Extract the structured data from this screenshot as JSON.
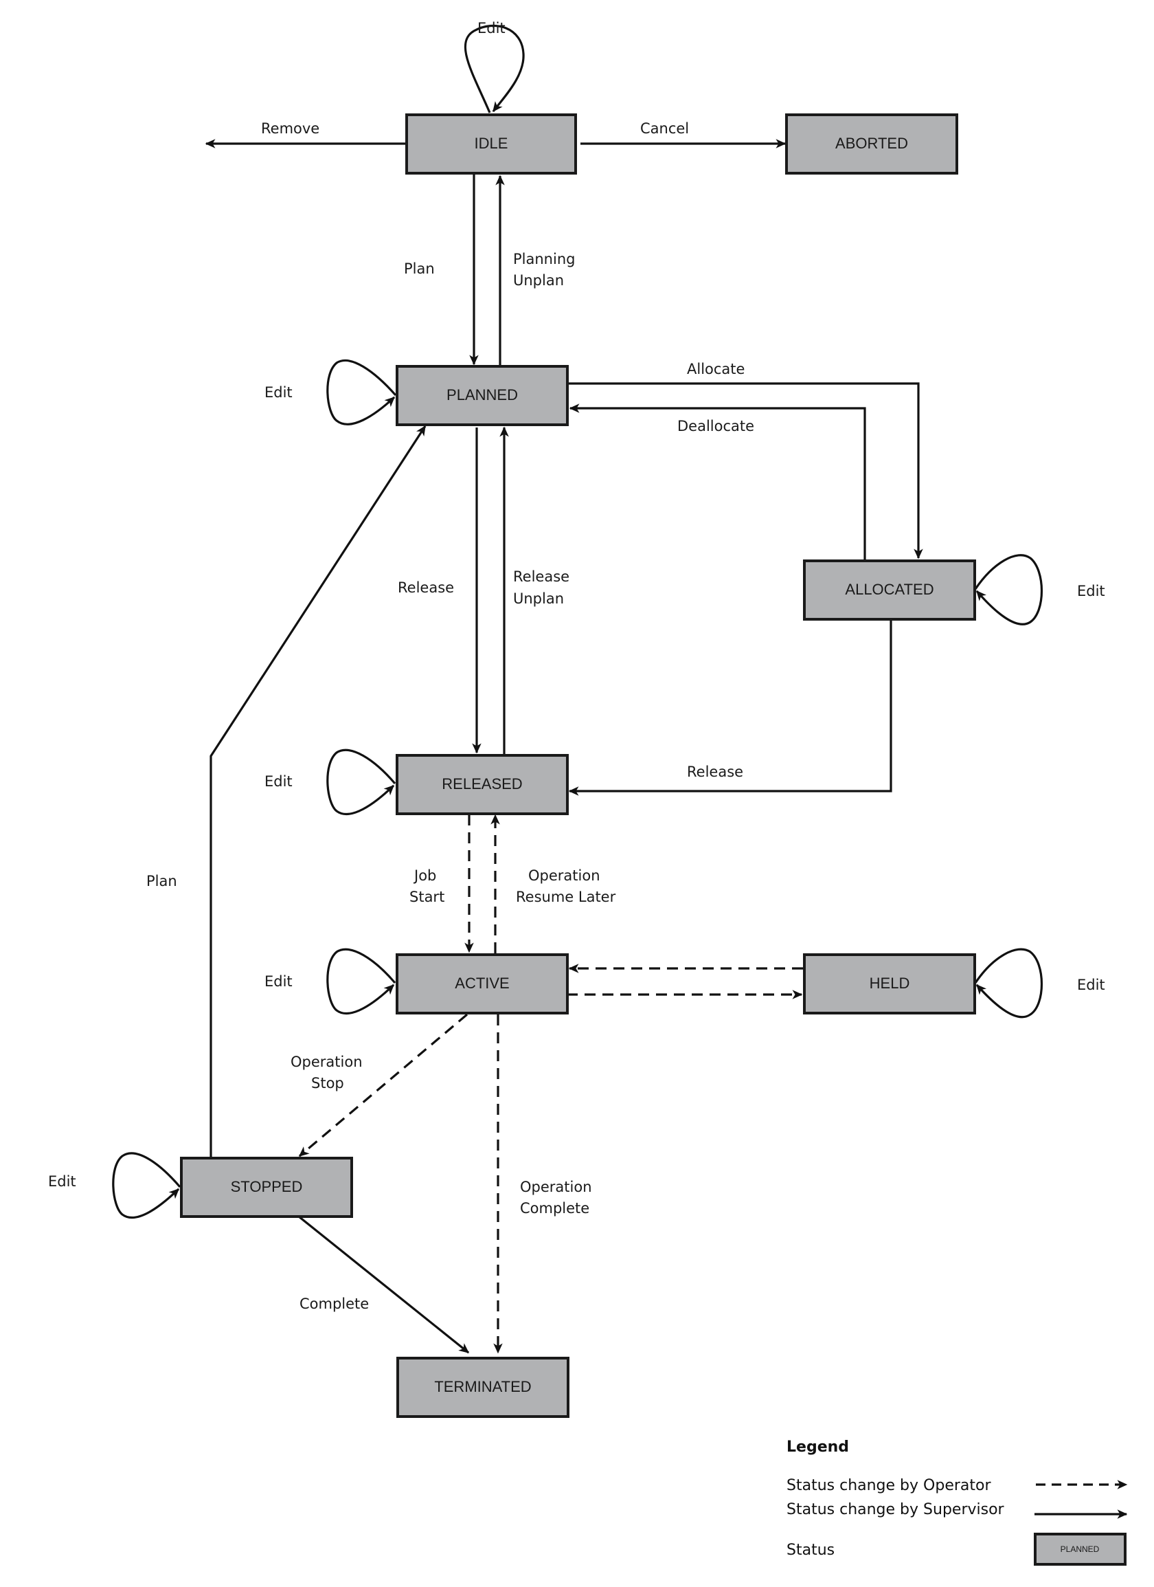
{
  "diagram": {
    "type": "state-transition",
    "states": {
      "idle": "IDLE",
      "aborted": "ABORTED",
      "planned": "PLANNED",
      "allocated": "ALLOCATED",
      "released": "RELEASED",
      "active": "ACTIVE",
      "held": "HELD",
      "stopped": "STOPPED",
      "terminated": "TERMINATED"
    },
    "transitions": {
      "idle_edit": "Edit",
      "idle_remove": "Remove",
      "idle_cancel": "Cancel",
      "idle_plan": "Plan",
      "planned_unplan_1": "Planning",
      "planned_unplan_2": "Unplan",
      "planned_edit": "Edit",
      "allocate": "Allocate",
      "deallocate": "Deallocate",
      "allocated_edit": "Edit",
      "planned_release": "Release",
      "released_unplan_1": "Release",
      "released_unplan_2": "Unplan",
      "allocated_release": "Release",
      "released_edit": "Edit",
      "job_start_1": "Job",
      "job_start_2": "Start",
      "resume_later_1": "Operation",
      "resume_later_2": "Resume Later",
      "active_edit": "Edit",
      "held_edit": "Edit",
      "stopped_plan": "Plan",
      "operation_stop_1": "Operation",
      "operation_stop_2": "Stop",
      "operation_complete_1": "Operation",
      "operation_complete_2": "Complete",
      "stopped_edit": "Edit",
      "stopped_complete": "Complete"
    },
    "edges": [
      {
        "from": "IDLE",
        "to": "IDLE",
        "label": "Edit",
        "style": "solid"
      },
      {
        "from": "IDLE",
        "to": "(removed)",
        "label": "Remove",
        "style": "solid"
      },
      {
        "from": "IDLE",
        "to": "ABORTED",
        "label": "Cancel",
        "style": "solid"
      },
      {
        "from": "IDLE",
        "to": "PLANNED",
        "label": "Plan",
        "style": "solid"
      },
      {
        "from": "PLANNED",
        "to": "IDLE",
        "label": "Planning Unplan",
        "style": "solid"
      },
      {
        "from": "PLANNED",
        "to": "PLANNED",
        "label": "Edit",
        "style": "solid"
      },
      {
        "from": "PLANNED",
        "to": "ALLOCATED",
        "label": "Allocate",
        "style": "solid"
      },
      {
        "from": "ALLOCATED",
        "to": "PLANNED",
        "label": "Deallocate",
        "style": "solid"
      },
      {
        "from": "ALLOCATED",
        "to": "ALLOCATED",
        "label": "Edit",
        "style": "solid"
      },
      {
        "from": "PLANNED",
        "to": "RELEASED",
        "label": "Release",
        "style": "solid"
      },
      {
        "from": "RELEASED",
        "to": "PLANNED",
        "label": "Release Unplan",
        "style": "solid"
      },
      {
        "from": "ALLOCATED",
        "to": "RELEASED",
        "label": "Release",
        "style": "solid"
      },
      {
        "from": "RELEASED",
        "to": "RELEASED",
        "label": "Edit",
        "style": "solid"
      },
      {
        "from": "RELEASED",
        "to": "ACTIVE",
        "label": "Job Start",
        "style": "dashed"
      },
      {
        "from": "ACTIVE",
        "to": "RELEASED",
        "label": "Operation Resume Later",
        "style": "dashed"
      },
      {
        "from": "ACTIVE",
        "to": "ACTIVE",
        "label": "Edit",
        "style": "solid"
      },
      {
        "from": "HELD",
        "to": "ACTIVE",
        "label": "",
        "style": "dashed"
      },
      {
        "from": "ACTIVE",
        "to": "HELD",
        "label": "",
        "style": "dashed"
      },
      {
        "from": "HELD",
        "to": "HELD",
        "label": "Edit",
        "style": "solid"
      },
      {
        "from": "ACTIVE",
        "to": "STOPPED",
        "label": "Operation Stop",
        "style": "dashed"
      },
      {
        "from": "ACTIVE",
        "to": "TERMINATED",
        "label": "Operation Complete",
        "style": "dashed"
      },
      {
        "from": "STOPPED",
        "to": "PLANNED",
        "label": "Plan",
        "style": "solid"
      },
      {
        "from": "STOPPED",
        "to": "STOPPED",
        "label": "Edit",
        "style": "solid"
      },
      {
        "from": "STOPPED",
        "to": "TERMINATED",
        "label": "Complete",
        "style": "solid"
      }
    ]
  },
  "legend": {
    "title": "Legend",
    "operator": "Status change by Operator",
    "supervisor": "Status change by Supervisor",
    "status": "Status",
    "status_sample": "PLANNED"
  },
  "colors": {
    "box_fill": "#b1b2b4",
    "stroke": "#111111"
  }
}
